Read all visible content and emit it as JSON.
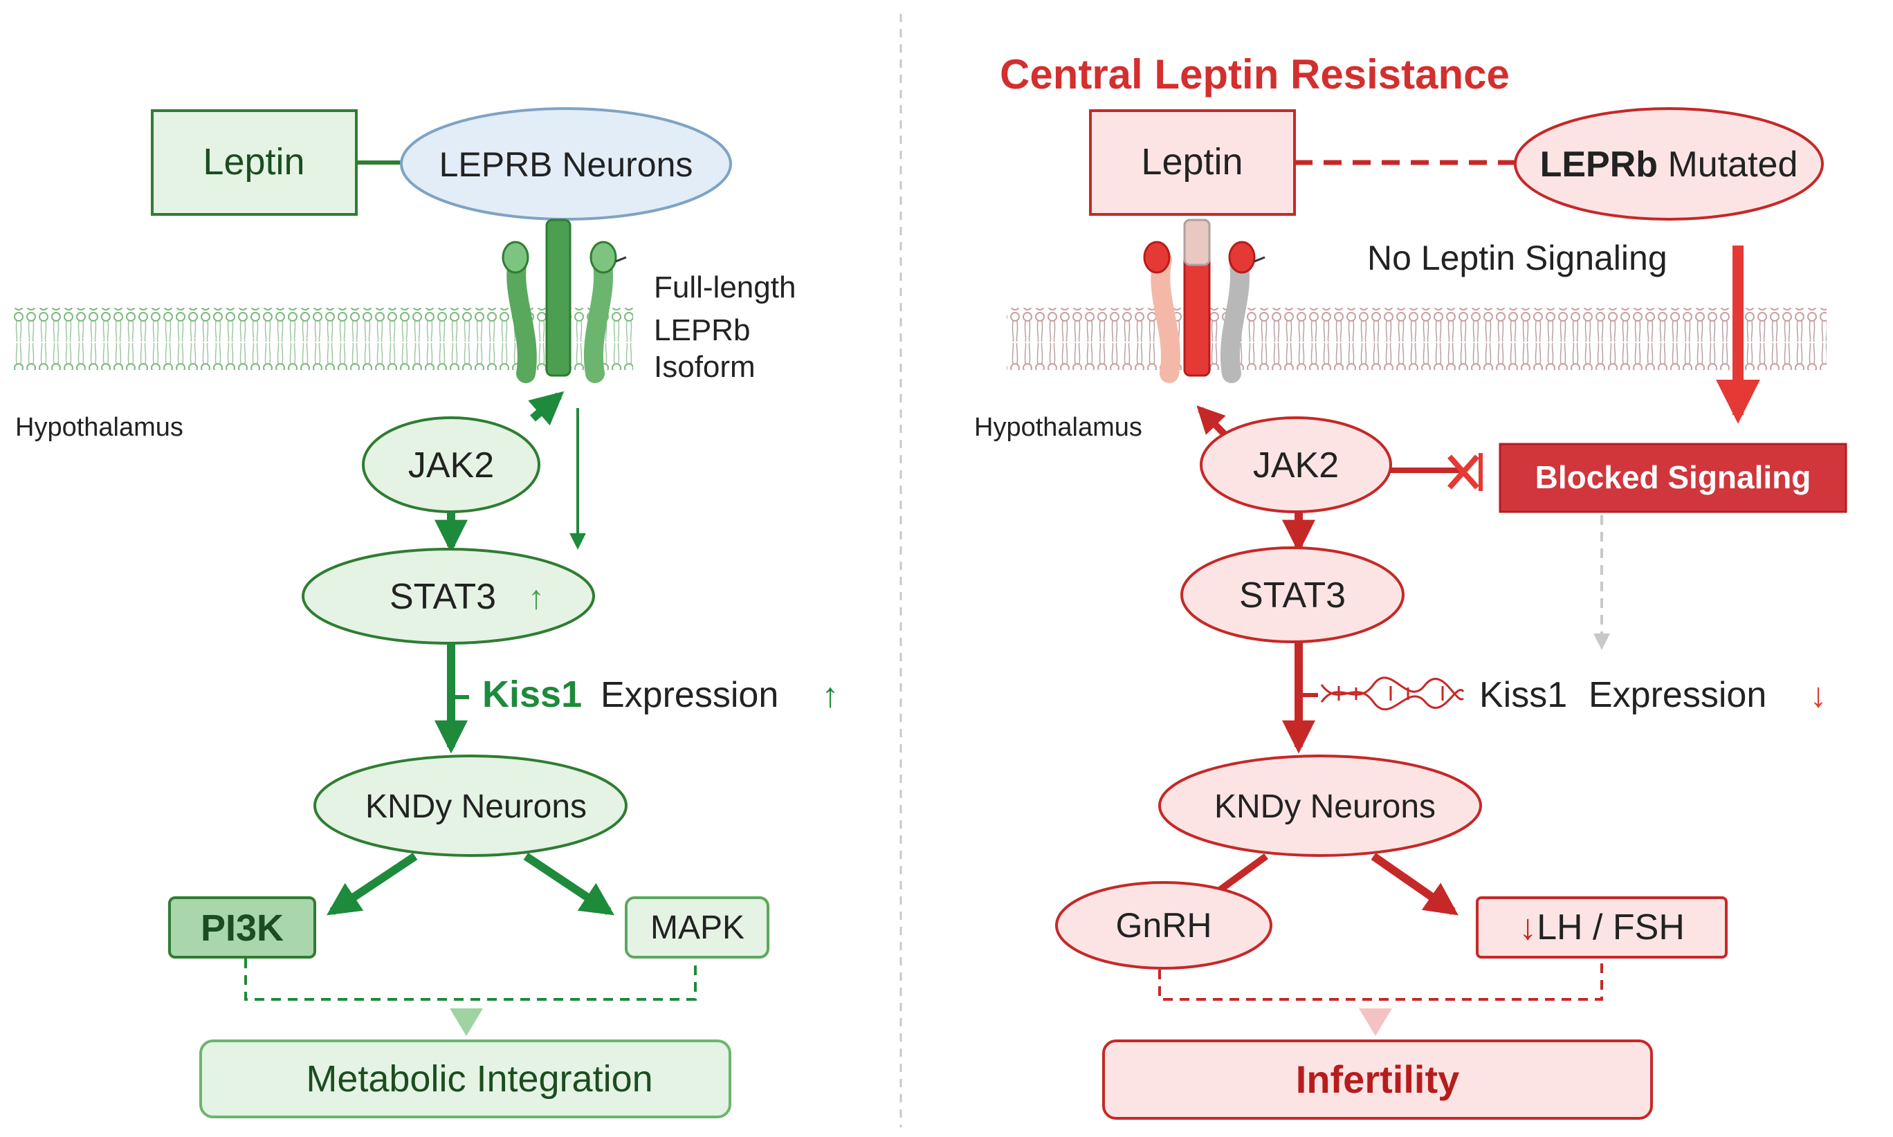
{
  "left": {
    "leptin": "Leptin",
    "receptor": "LEPRB Neurons",
    "isoform_lines": [
      "Full-length",
      "LEPRb",
      "Isoform"
    ],
    "region": "Hypothalamus",
    "jak2": "JAK2",
    "stat3": "STAT3",
    "stat3_arrow": "↑",
    "kiss1": "Kiss1",
    "expression": "Expression",
    "expression_arrow": "↑",
    "kndy": "KNDy Neurons",
    "pi3k": "PI3K",
    "mapk": "MAPK",
    "outcome": "Metabolic Integration"
  },
  "right": {
    "title": "Central Leptin Resistance",
    "leptin": "Leptin",
    "receptor_bold": "LEPRb",
    "receptor_rest": " Mutated",
    "no_signal": "No Leptin Signaling",
    "region": "Hypothalamus",
    "jak2": "JAK2",
    "blocked": "Blocked Signaling",
    "stat3": "STAT3",
    "kiss1": "Kiss1",
    "expression": "Expression",
    "expression_arrow": "↓",
    "kndy": "KNDy Neurons",
    "gnrh": "GnRH",
    "lhfsh_arrow": "↓",
    "lhfsh": "LH / FSH",
    "outcome": "Infertility"
  },
  "colors": {
    "green_dark": "#1e8a3c",
    "green_fill": "#e4f3e4",
    "green_border": "#2e7d32",
    "blue_fill": "#e2edf7",
    "red": "#d32f2f",
    "red_fill": "#fce4e4",
    "red_dark": "#c62828",
    "blocked_fill": "#d0363b",
    "divider": "#c8c8c8"
  }
}
